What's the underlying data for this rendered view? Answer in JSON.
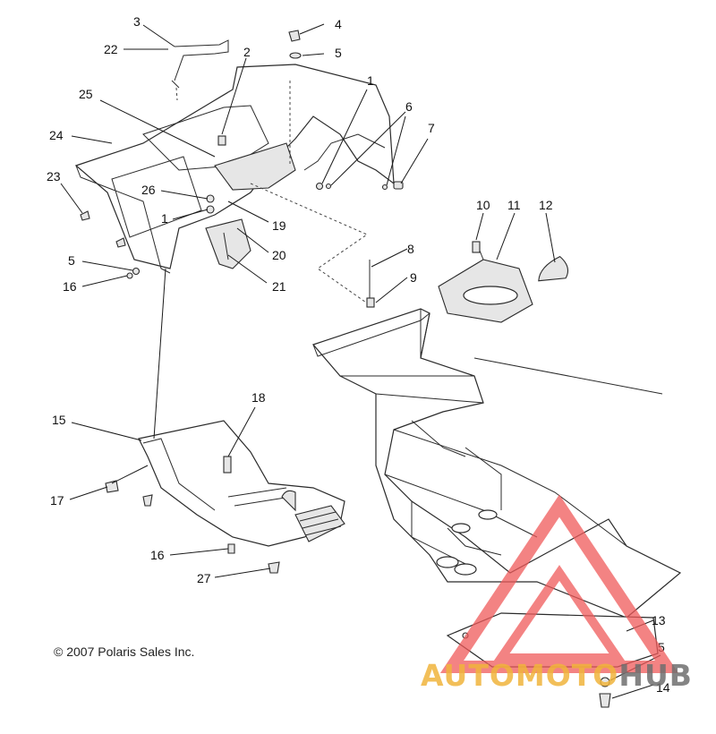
{
  "callouts": {
    "c1a": "1",
    "c1b": "1",
    "c2": "2",
    "c3": "3",
    "c4": "4",
    "c5a": "5",
    "c5b": "5",
    "c5c": "5",
    "c6": "6",
    "c7": "7",
    "c8": "8",
    "c9": "9",
    "c10": "10",
    "c11": "11",
    "c12": "12",
    "c13": "13",
    "c14": "14",
    "c15": "15",
    "c16a": "16",
    "c16b": "16",
    "c17": "17",
    "c18": "18",
    "c19": "19",
    "c20": "20",
    "c21": "21",
    "c22": "22",
    "c23": "23",
    "c24": "24",
    "c25": "25",
    "c26": "26",
    "c27": "27"
  },
  "copyright": "© 2007 Polaris Sales Inc.",
  "watermark": {
    "part1": "AUTOMOTO",
    "part2": "HUB"
  },
  "colors": {
    "watermark_red": "#f05a5a",
    "watermark_orange": "#f0b43c",
    "watermark_gray": "#6e6e6e"
  }
}
